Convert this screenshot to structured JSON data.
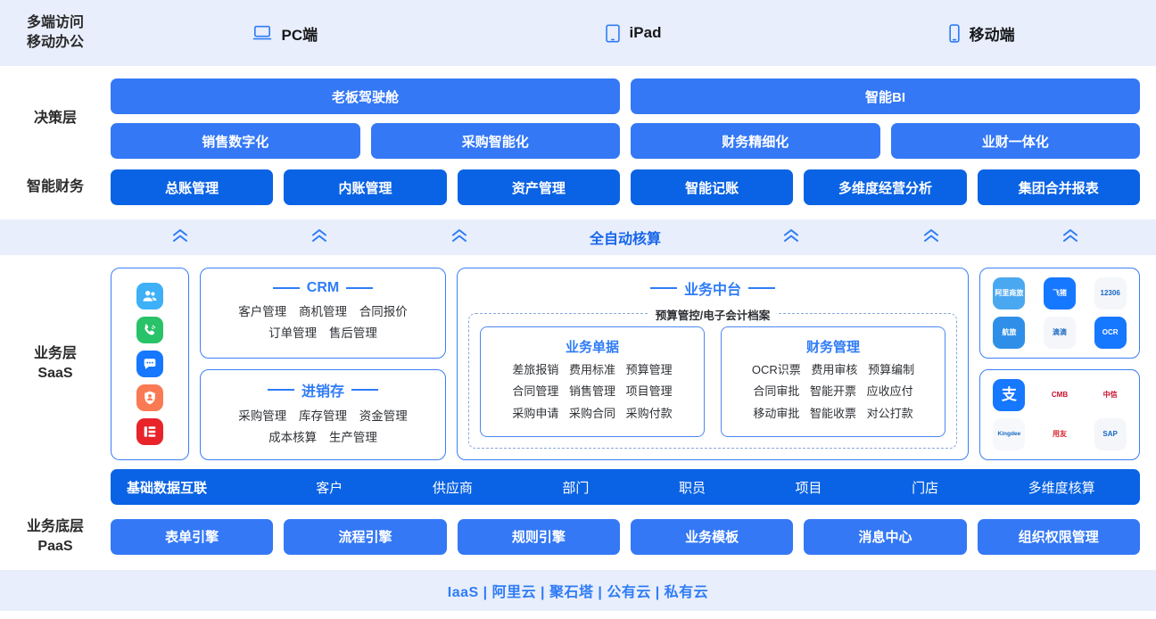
{
  "header": {
    "label": "多端访问\n移动办公",
    "label_line1": "多端访问",
    "label_line2": "移动办公",
    "devices": [
      {
        "name": "pc",
        "label": "PC端",
        "icon": "laptop-icon"
      },
      {
        "name": "ipad",
        "label": "iPad",
        "icon": "tablet-icon"
      },
      {
        "name": "mobile",
        "label": "移动端",
        "icon": "phone-icon"
      }
    ]
  },
  "decision": {
    "label": "决策层",
    "top_row": [
      "老板驾驶舱",
      "智能BI"
    ],
    "bottom_row": [
      "销售数字化",
      "采购智能化",
      "财务精细化",
      "业财一体化"
    ]
  },
  "finance": {
    "label": "智能财务",
    "items": [
      "总账管理",
      "内账管理",
      "资产管理",
      "智能记账",
      "多维度经营分析",
      "集团合并报表"
    ]
  },
  "auto_band": {
    "text": "全自动核算",
    "chevron_icon": "double-chevron-up-icon",
    "chevron_count": 6
  },
  "saas": {
    "label_line1": "业务层",
    "label_line2": "SaaS",
    "icon_column": [
      {
        "name": "people-icon",
        "color": "#3db0f7"
      },
      {
        "name": "phone-call-icon",
        "color": "#28c268"
      },
      {
        "name": "chat-bubble-icon",
        "color": "#1677ff"
      },
      {
        "name": "shield-person-icon",
        "color": "#fa7a54"
      },
      {
        "name": "list-layout-icon",
        "color": "#e8232a"
      }
    ],
    "cards": [
      {
        "title": "CRM",
        "lines": [
          [
            "客户管理",
            "商机管理",
            "合同报价"
          ],
          [
            "订单管理",
            "售后管理"
          ]
        ]
      },
      {
        "title": "进销存",
        "lines": [
          [
            "采购管理",
            "库存管理",
            "资金管理"
          ],
          [
            "成本核算",
            "生产管理"
          ]
        ]
      }
    ],
    "center": {
      "title": "业务中台",
      "dashed_label": "预算管控/电子会计档案",
      "subcards": [
        {
          "title": "业务单据",
          "lines": [
            [
              "差旅报销",
              "费用标准",
              "预算管理"
            ],
            [
              "合同管理",
              "销售管理",
              "项目管理"
            ],
            [
              "采购申请",
              "采购合同",
              "采购付款"
            ]
          ]
        },
        {
          "title": "财务管理",
          "lines": [
            [
              "OCR识票",
              "费用审核",
              "预算编制"
            ],
            [
              "合同审批",
              "智能开票",
              "应收应付"
            ],
            [
              "移动审批",
              "智能收票",
              "对公打款"
            ]
          ]
        }
      ]
    },
    "logo_boxes": [
      {
        "name": "travel-service-logos",
        "logos": [
          {
            "name": "alibaba-business-travel-logo",
            "text": "阿里商旅",
            "bg": "#4aa8f0",
            "fg": "#ffffff"
          },
          {
            "name": "fliggy-logo",
            "text": "飞猪",
            "bg": "#1677ff",
            "fg": "#ffffff"
          },
          {
            "name": "railway-12306-logo",
            "text": "12306",
            "bg": "#f4f6fa",
            "fg": "#1767c4"
          },
          {
            "name": "air-travel-logo",
            "text": "航旅",
            "bg": "#2f8fe8",
            "fg": "#ffffff"
          },
          {
            "name": "didi-logo",
            "text": "滴滴",
            "bg": "#f4f6fa",
            "fg": "#1767c4"
          },
          {
            "name": "ocr-logo",
            "text": "OCR",
            "bg": "#1677ff",
            "fg": "#ffffff"
          }
        ]
      },
      {
        "name": "partner-logos",
        "logos": [
          {
            "name": "alipay-logo",
            "text": "支",
            "bg": "#1677ff",
            "fg": "#ffffff"
          },
          {
            "name": "cmb-bank-logo",
            "text": "CMB",
            "bg": "#ffffff",
            "fg": "#c8102e"
          },
          {
            "name": "citic-bank-logo",
            "text": "中信",
            "bg": "#ffffff",
            "fg": "#c8102e"
          },
          {
            "name": "kingdee-logo",
            "text": "Kingdee",
            "bg": "#f6f8fb",
            "fg": "#1767c4"
          },
          {
            "name": "yonyou-logo",
            "text": "用友",
            "bg": "#ffffff",
            "fg": "#d8232a"
          },
          {
            "name": "sap-logo",
            "text": "SAP",
            "bg": "#f4f6fa",
            "fg": "#1767c4"
          }
        ]
      }
    ],
    "data_bar": {
      "lead": "基础数据互联",
      "items": [
        "客户",
        "供应商",
        "部门",
        "职员",
        "项目",
        "门店",
        "多维度核算"
      ]
    }
  },
  "paas": {
    "label_line1": "业务底层",
    "label_line2": "PaaS",
    "items": [
      "表单引擎",
      "流程引擎",
      "规则引擎",
      "业务模板",
      "消息中心",
      "组织权限管理"
    ]
  },
  "footer": {
    "text": "IaaS | 阿里云 | 聚石塔 | 公有云 | 私有云"
  },
  "colors": {
    "band_bg": "#e8eefc",
    "pill_light": "#3478f6",
    "pill_deep": "#0a63e4",
    "accent": "#2f7cf6",
    "card_border": "#3c7ff5"
  }
}
